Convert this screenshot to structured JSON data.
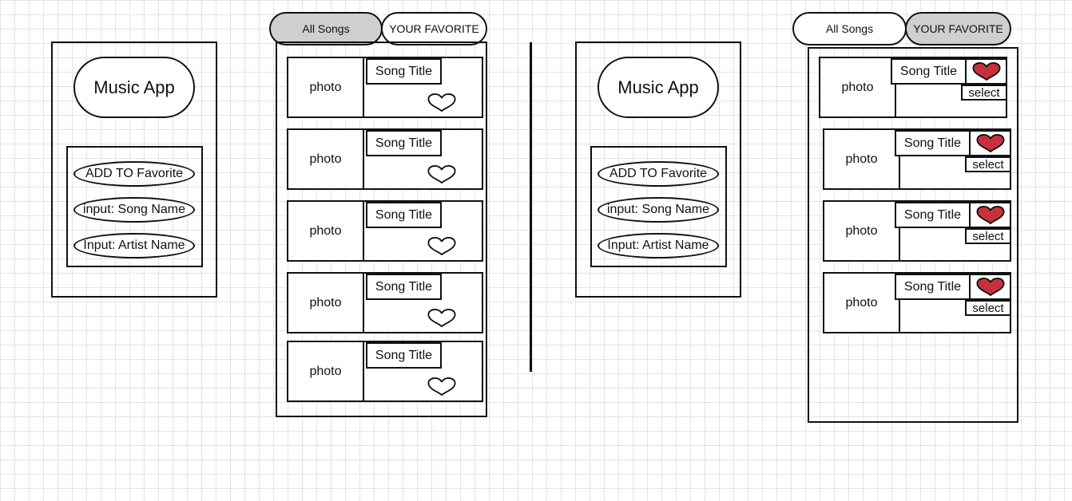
{
  "screen1": {
    "title": "Music App",
    "actions": [
      "ADD TO Favorite",
      "input: Song Name",
      "Input: Artist Name"
    ]
  },
  "screen2": {
    "tabs": {
      "all_songs": "All  Songs",
      "favorite": "YOUR FAVORITE"
    },
    "active_tab": "all_songs",
    "cards": [
      {
        "photo": "photo",
        "title": "Song  Title"
      },
      {
        "photo": "photo",
        "title": "Song  Title"
      },
      {
        "photo": "photo",
        "title": "Song  Title"
      },
      {
        "photo": "photo",
        "title": "Song  Title"
      },
      {
        "photo": "photo",
        "title": "Song  Title"
      }
    ],
    "heart_icon": "heart-outline-icon"
  },
  "screen3": {
    "title": "Music App",
    "actions": [
      "ADD TO Favorite",
      "input: Song Name",
      "Input: Artist Name"
    ]
  },
  "screen4": {
    "tabs": {
      "all_songs": "All  Songs",
      "favorite": "YOUR FAVORITE"
    },
    "active_tab": "favorite",
    "cards": [
      {
        "photo": "photo",
        "title": "Song  Title",
        "select": "select"
      },
      {
        "photo": "photo",
        "title": "Song  Title",
        "select": "select"
      },
      {
        "photo": "photo",
        "title": "Song  Title",
        "select": "select"
      },
      {
        "photo": "photo",
        "title": "Song  Title",
        "select": "select"
      }
    ],
    "heart_icon": "heart-filled-icon"
  },
  "colors": {
    "grid": "#e4e4e4",
    "active_tab": "#cfcfcf",
    "heart_fill": "#c8303b",
    "stroke": "#111111"
  }
}
